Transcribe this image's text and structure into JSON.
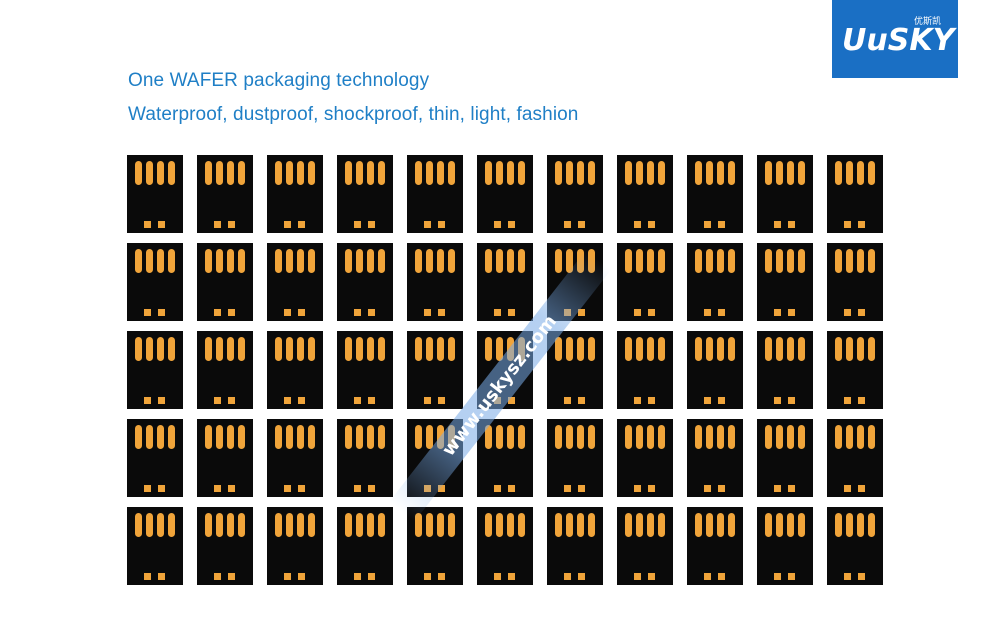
{
  "logo": {
    "brand": "UuSKY",
    "tagline_cn": "优斯凯"
  },
  "headline": {
    "line1": "One WAFER packaging technology",
    "line2": "Waterproof, dustproof, shockproof, thin, light, fashion"
  },
  "chip_grid": {
    "rows": 5,
    "cols": 11,
    "chip_color": "#0a0a0a",
    "contact_color": "#f0a43a"
  },
  "watermark": {
    "text": "www.uskysz.com"
  }
}
